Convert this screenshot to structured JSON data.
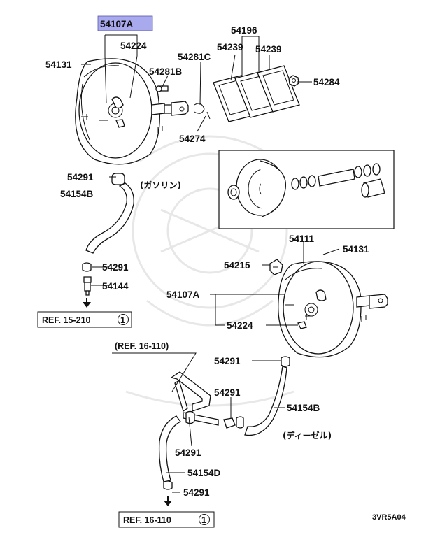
{
  "highlight_color": "#a9a9ee",
  "labels": {
    "p54107A_top": "54107A",
    "p54131_top": "54131",
    "p54224_top": "54224",
    "p54281B": "54281B",
    "p54281C": "54281C",
    "p54196": "54196",
    "p54239_a": "54239",
    "p54239_b": "54239",
    "p54284": "54284",
    "p54274": "54274",
    "p54291_a": "54291",
    "p54154B_a": "54154B",
    "gasoline": "(ガソリン)",
    "p54291_b": "54291",
    "p54144": "54144",
    "ref_15_210": "REF. 15-210",
    "ref_15_210_circle": "1",
    "p54111": "54111",
    "p54131_b": "54131",
    "p54215": "54215",
    "p54107A_b": "54107A",
    "p54224_b": "54224",
    "ref_16_110_paren": "(REF. 16-110)",
    "p54291_c": "54291",
    "p54291_d": "54291",
    "p54154B_b": "54154B",
    "diesel": "(ディーゼル)",
    "p54291_e": "54291",
    "p54154D": "54154D",
    "p54291_f": "54291",
    "ref_16_110": "REF. 16-110",
    "ref_16_110_circle": "1",
    "diagram_code": "3VR5A04"
  }
}
